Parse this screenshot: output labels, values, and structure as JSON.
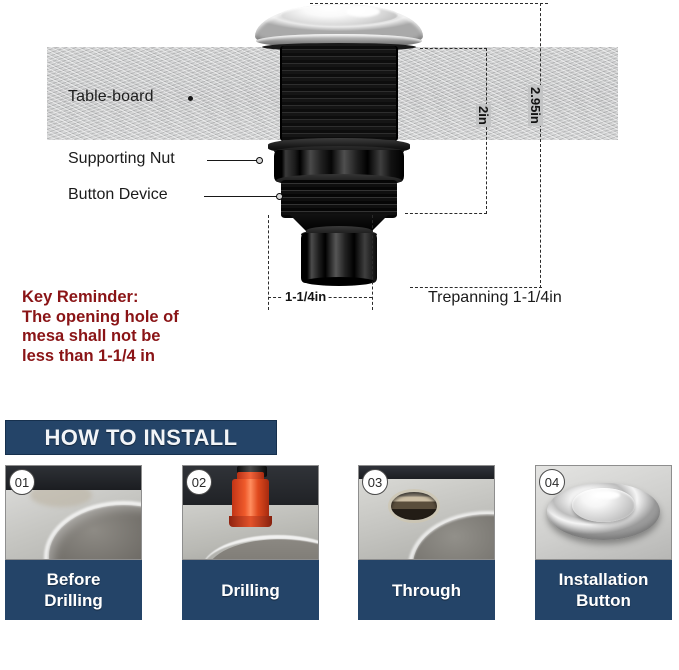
{
  "diagram": {
    "board_label": "Table-board",
    "callouts": [
      {
        "label": "Supporting Nut"
      },
      {
        "label": "Button Device"
      }
    ],
    "dimensions": {
      "depth_under_board": "2in",
      "total_height": "2.95in",
      "button_diameter": "1-1/4in",
      "trepanning": "Trepanning 1-1/4in"
    },
    "key_reminder": {
      "heading": "Key Reminder:",
      "line1": "The opening hole of",
      "line2": "mesa shall not be",
      "line3": "less than 1-1/4 in"
    },
    "colors": {
      "reminder_red": "#8a1416",
      "board_gray": "#c3c4c5"
    }
  },
  "install": {
    "banner_title": "HOW TO INSTALL",
    "banner_color": "#244468",
    "steps": [
      {
        "number": "01",
        "caption": "Before\nDrilling",
        "caption_line1": "Before",
        "caption_line2": "Drilling"
      },
      {
        "number": "02",
        "caption": "Drilling",
        "caption_line1": "Drilling",
        "caption_line2": ""
      },
      {
        "number": "03",
        "caption": "Through",
        "caption_line1": "Through",
        "caption_line2": ""
      },
      {
        "number": "04",
        "caption": "Installation\nButton",
        "caption_line1": "Installation",
        "caption_line2": "Button"
      }
    ]
  }
}
